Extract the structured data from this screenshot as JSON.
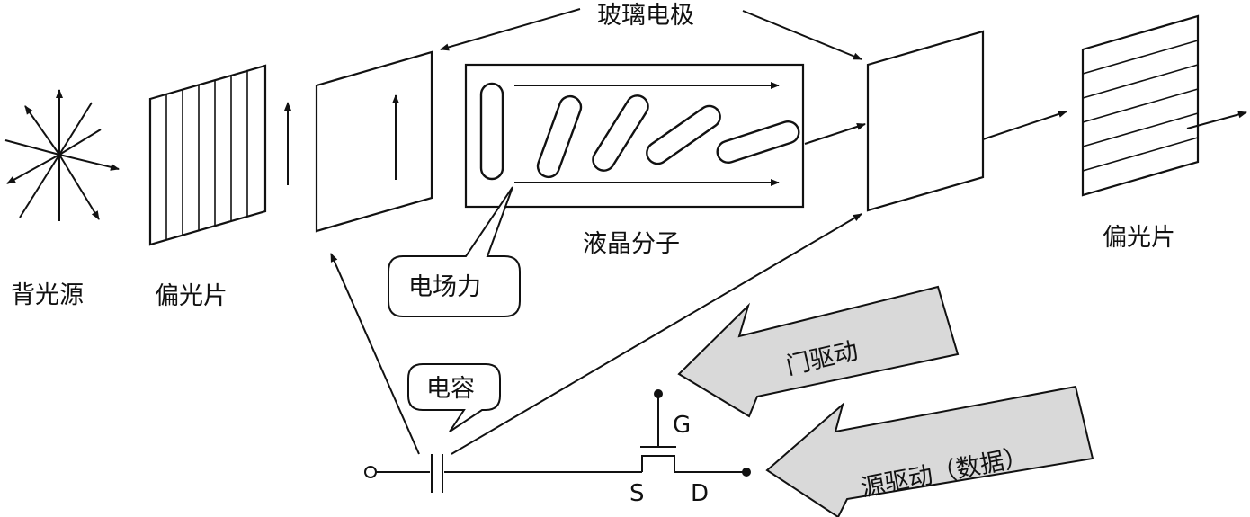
{
  "labels": {
    "glass_electrode": "玻璃电极",
    "backlight": "背光源",
    "polarizer_left": "偏光片",
    "polarizer_right": "偏光片",
    "liquid_crystal": "液晶分子",
    "electric_field_force": "电场力",
    "capacitor": "电容",
    "gate_drive": "门驱动",
    "source_drive": "源驱动（数据）",
    "gate": "G",
    "source": "S",
    "drain": "D"
  },
  "colors": {
    "stroke": "#111111",
    "driver_fill": "#d9d9d9",
    "background": "#ffffff"
  }
}
